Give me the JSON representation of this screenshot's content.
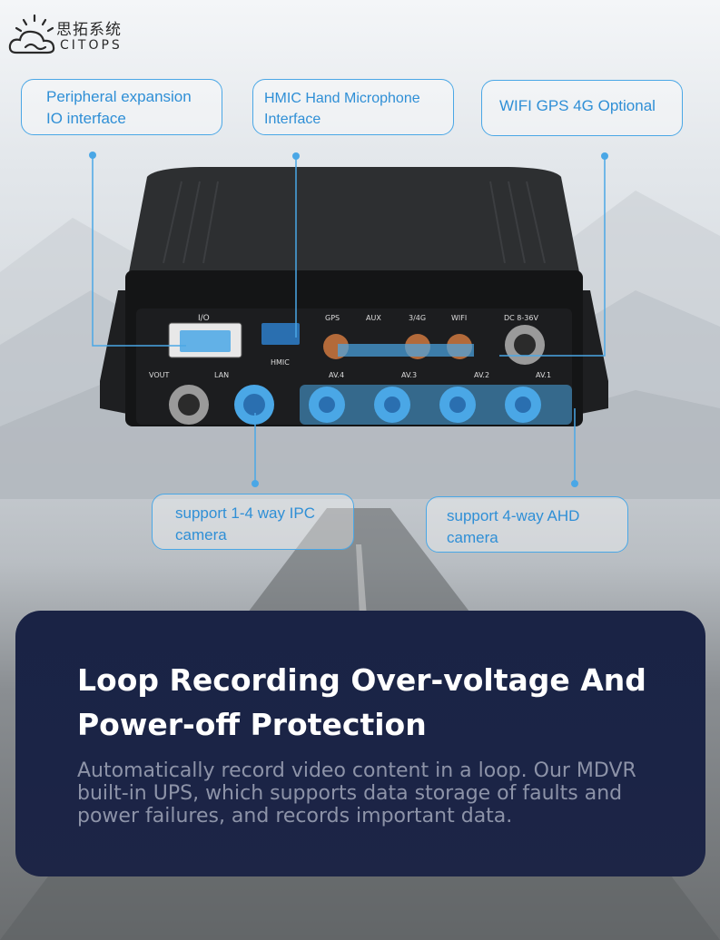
{
  "brand": {
    "name_cn": "思拓系统",
    "name_en": "CITOPS"
  },
  "callouts": {
    "io": [
      "Peripheral expansion",
      "IO interface"
    ],
    "hmic": [
      "HMIC Hand Microphone",
      "Interface"
    ],
    "wifi": [
      "WIFI GPS 4G Optional"
    ],
    "ipc": [
      "support 1-4 way IPC",
      "camera"
    ],
    "ahd": [
      "support 4-way AHD",
      "camera"
    ]
  },
  "device_labels": {
    "io": "I/O",
    "hmic": "HMIC",
    "gps": "GPS",
    "aux": "AUX",
    "g34": "3/4G",
    "wifi": "WIFI",
    "dc": "DC 8-36V",
    "vout": "VOUT",
    "lan": "LAN",
    "av4": "AV.4",
    "av3": "AV.3",
    "av2": "AV.2",
    "av1": "AV.1"
  },
  "feature": {
    "title": [
      "Loop Recording Over-voltage And",
      "Power-off Protection"
    ],
    "body": [
      "Automatically record video content in a loop. Our MDVR",
      "built-in UPS, which supports data storage of faults and",
      "power failures, and records important data."
    ]
  },
  "colors": {
    "accent": "#4aa7e6",
    "panel": "#1b2446",
    "title": "#ffffff",
    "body": "#8d93a8"
  }
}
